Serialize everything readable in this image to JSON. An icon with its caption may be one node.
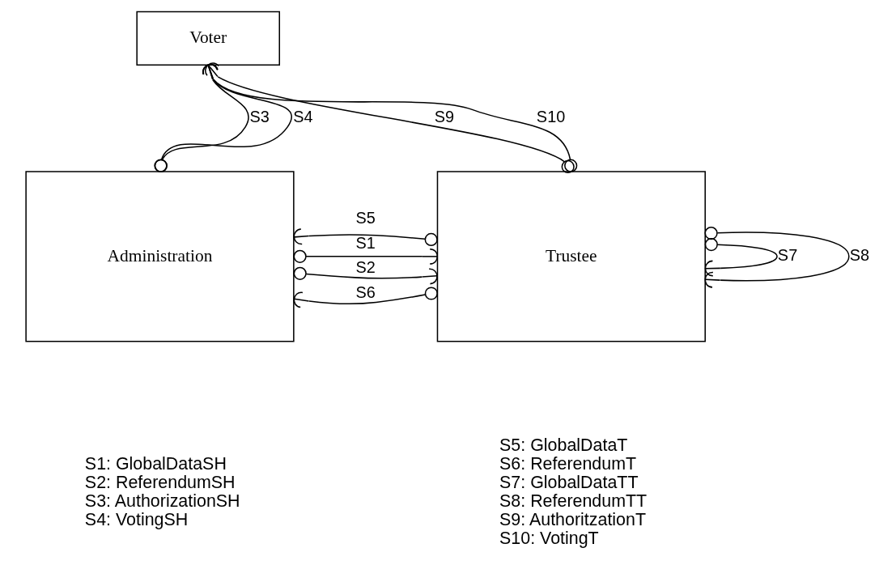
{
  "diagram": {
    "nodes": [
      {
        "text": [
          "Voter"
        ]
      },
      {
        "text": [
          "Administration"
        ]
      },
      {
        "text": [
          "Trustee"
        ]
      }
    ],
    "edges": [
      {
        "from": 1,
        "to": 2,
        "arrow": "other",
        "label": "S1"
      },
      {
        "from": 1,
        "to": 2,
        "arrow": "other",
        "label": "S2"
      },
      {
        "from": 1,
        "to": 0,
        "arrow": "other",
        "label": "S3"
      },
      {
        "from": 1,
        "to": 0,
        "arrow": "other",
        "label": "S4"
      },
      {
        "from": 2,
        "to": 1,
        "arrow": "other",
        "label": "S5"
      },
      {
        "from": 2,
        "to": 1,
        "arrow": "other",
        "label": "S6"
      },
      {
        "from": 2,
        "to": 2,
        "arrow": "other",
        "label": "S7"
      },
      {
        "from": 2,
        "to": 2,
        "arrow": "other",
        "label": "S8"
      },
      {
        "from": 2,
        "to": 0,
        "arrow": "other",
        "label": "S9"
      },
      {
        "from": 2,
        "to": 0,
        "arrow": "other",
        "label": "S10"
      }
    ],
    "labels": [
      "S1: GlobalDataSH",
      "S2: ReferendumSH",
      "S3: AuthorizationSH",
      "S4: VotingSH",
      "S5: GlobalDataT",
      "S6: ReferendumT",
      "S7: GlobalDataTT",
      "S8: ReferendumTT",
      "S9: AuthoritzationT",
      "S10: VotingT"
    ]
  }
}
